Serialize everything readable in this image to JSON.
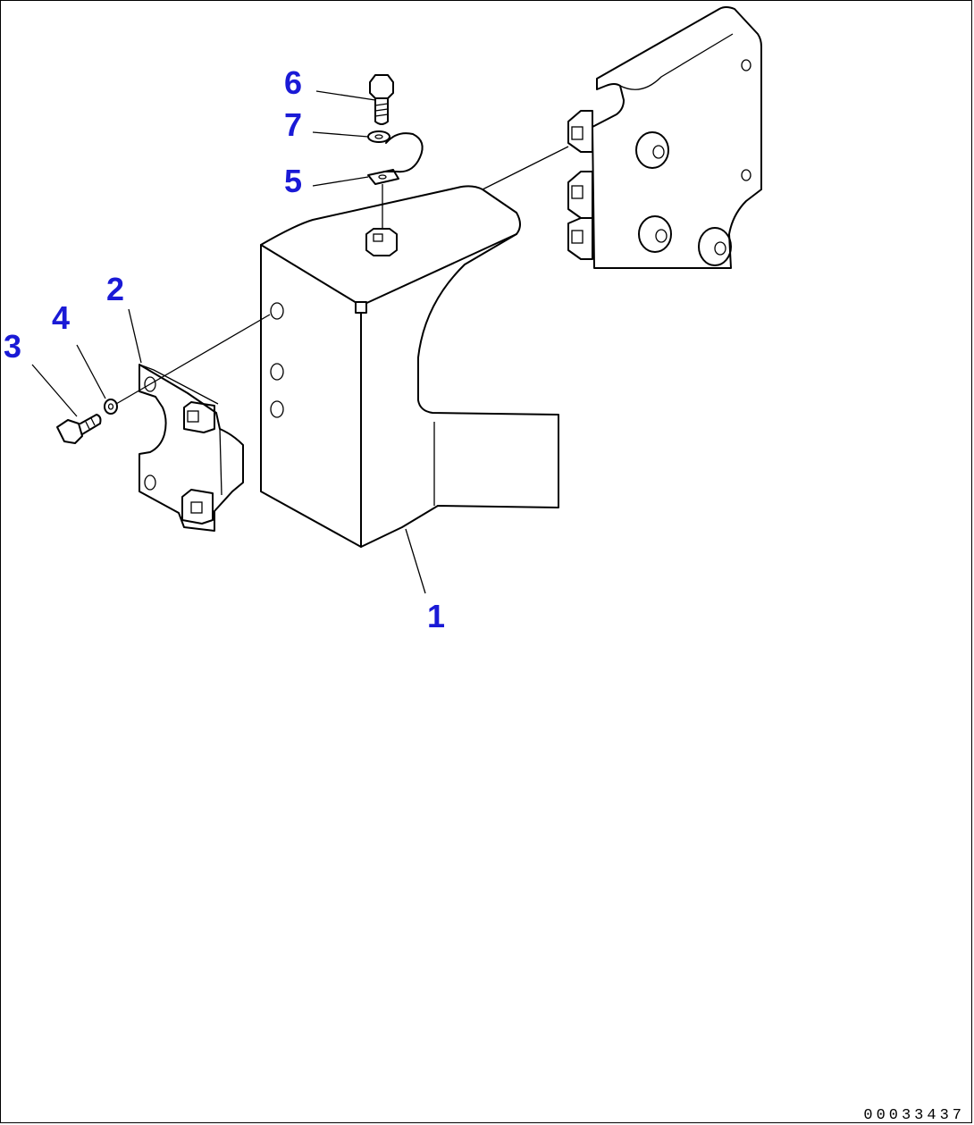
{
  "diagram": {
    "drawing_code": "00033437",
    "callouts": [
      {
        "id": "1",
        "label": "1"
      },
      {
        "id": "2",
        "label": "2"
      },
      {
        "id": "3",
        "label": "3"
      },
      {
        "id": "4",
        "label": "4"
      },
      {
        "id": "5",
        "label": "5"
      },
      {
        "id": "6",
        "label": "6"
      },
      {
        "id": "7",
        "label": "7"
      }
    ],
    "colors": {
      "callout_text": "#1a1ad6",
      "line": "#000000",
      "background": "#ffffff"
    }
  }
}
